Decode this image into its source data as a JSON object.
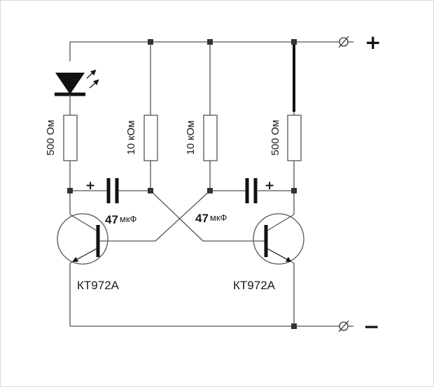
{
  "resistors": [
    {
      "id": "r1",
      "label": "500 Ом"
    },
    {
      "id": "r2",
      "label": "10 кОм"
    },
    {
      "id": "r3",
      "label": "10 кОм"
    },
    {
      "id": "r4",
      "label": "500 Ом"
    }
  ],
  "capacitors": [
    {
      "id": "c1",
      "value": "47",
      "unit": "мкФ",
      "polarity": "+"
    },
    {
      "id": "c2",
      "value": "47",
      "unit": "мкФ",
      "polarity": "+"
    }
  ],
  "transistors": [
    {
      "id": "q1",
      "label": "КТ972А"
    },
    {
      "id": "q2",
      "label": "КТ972А"
    }
  ],
  "terminals": {
    "positive": "+",
    "negative": "−"
  },
  "colors": {
    "wire": "#555555",
    "component": "#111111"
  }
}
